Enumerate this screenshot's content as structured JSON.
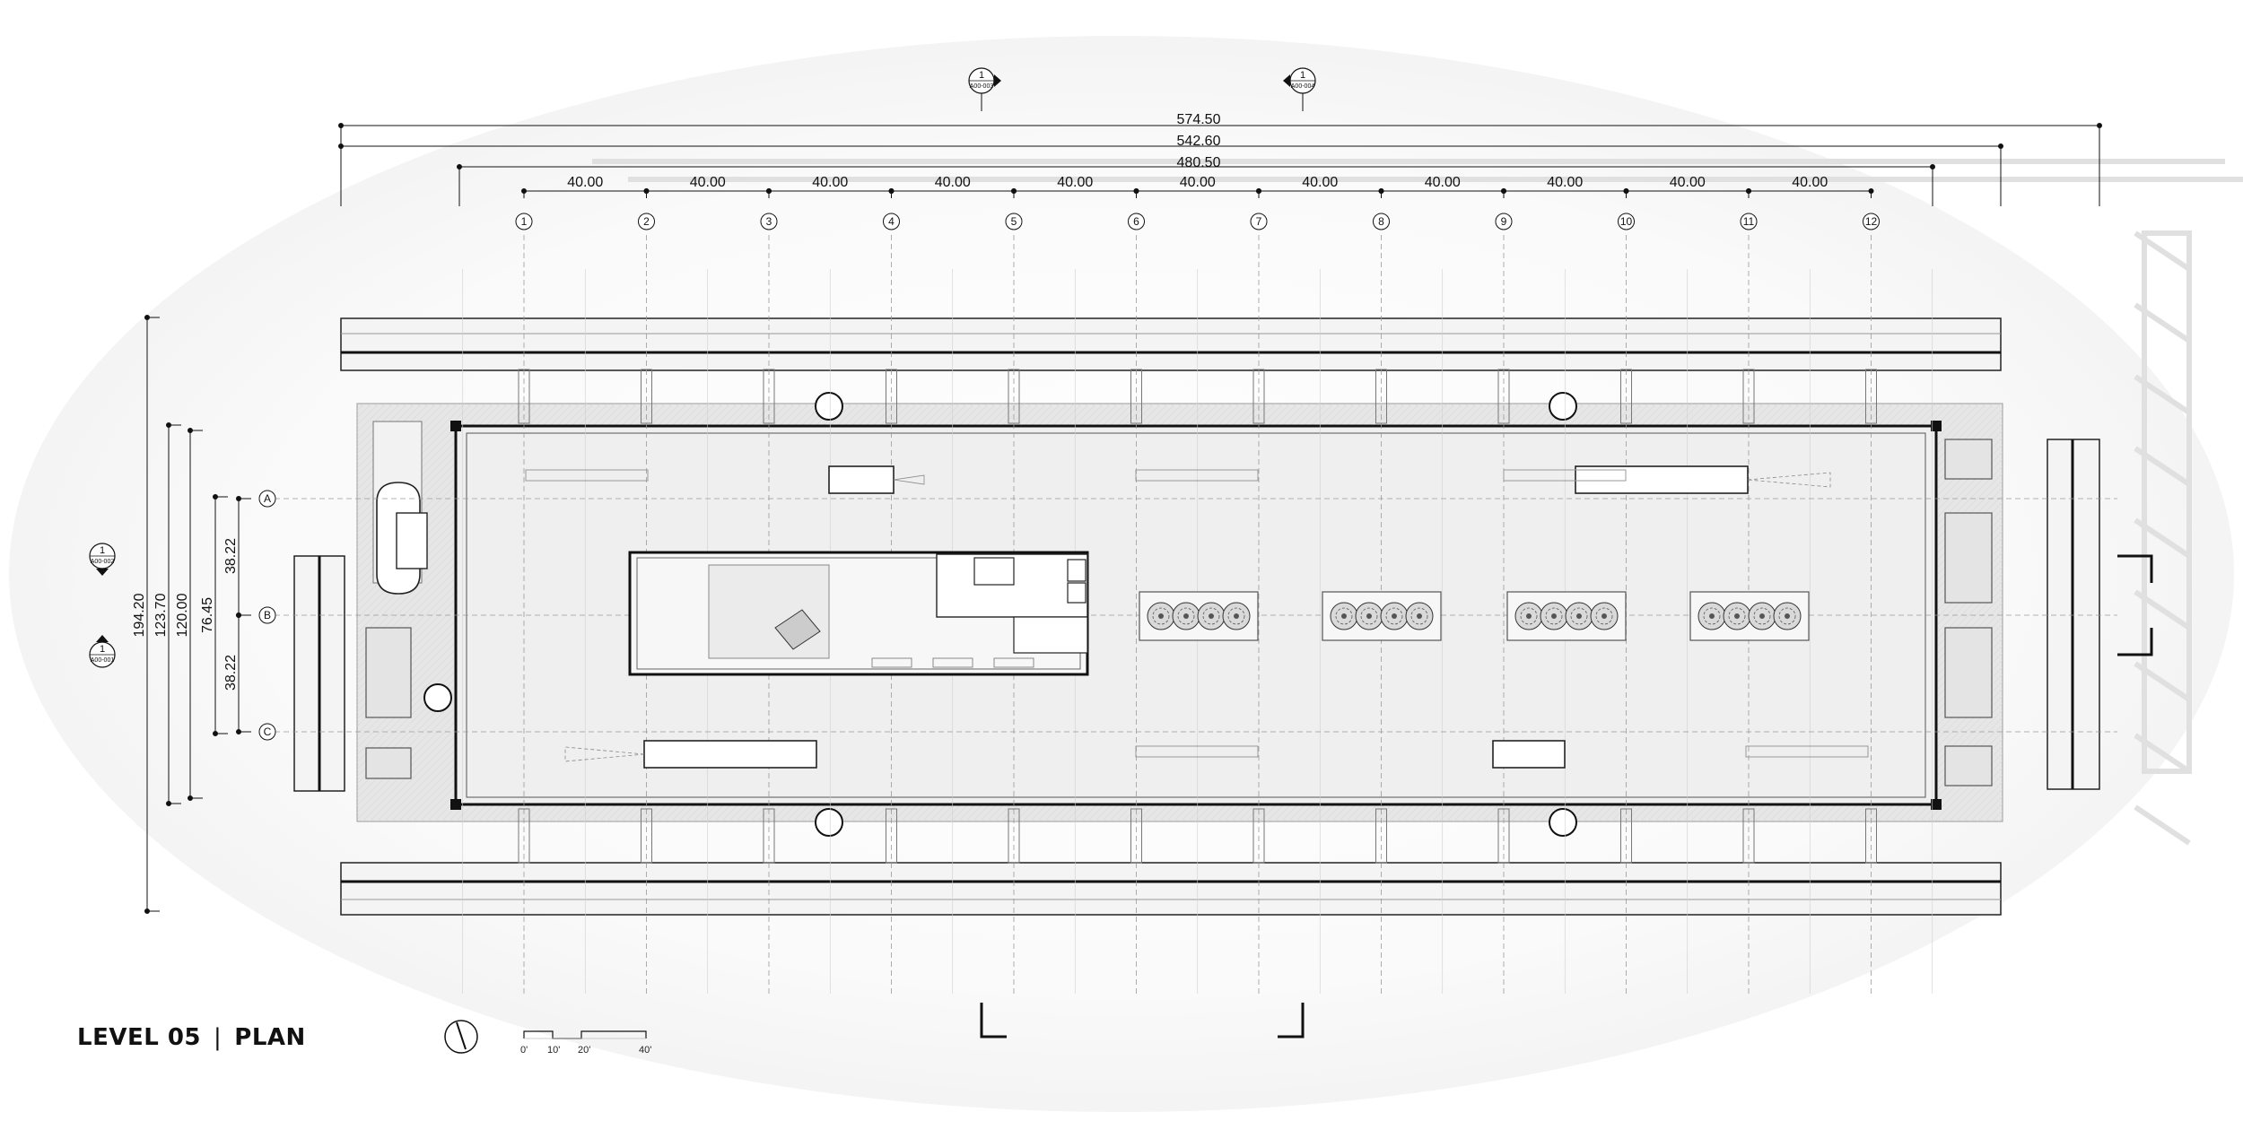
{
  "title": {
    "level": "LEVEL 05",
    "separator": "|",
    "view": "PLAN"
  },
  "top_dimensions": {
    "overall_1": "574.50",
    "overall_2": "542.60",
    "overall_3": "480.50",
    "bay": "40.00"
  },
  "grid_columns": [
    "1",
    "2",
    "3",
    "4",
    "5",
    "6",
    "7",
    "8",
    "9",
    "10",
    "11",
    "12"
  ],
  "grid_rows": [
    "A",
    "B",
    "C"
  ],
  "left_dimensions": {
    "overall_1": "194.20",
    "overall_2": "123.70",
    "overall_3": "120.00",
    "mid": "76.45",
    "half_top": "38.22",
    "half_bottom": "38.22"
  },
  "section_refs": [
    {
      "number": "1",
      "sheet": "A00-003"
    },
    {
      "number": "1",
      "sheet": "A00-004"
    },
    {
      "number": "1",
      "sheet": "A00-002"
    },
    {
      "number": "1",
      "sheet": "A00-001"
    }
  ],
  "scale_bar": {
    "labels": [
      "0'",
      "10'",
      "20'",
      "40'"
    ]
  },
  "colors": {
    "line": "#111111",
    "light_line": "#bdbdbd",
    "floor": "#ececec",
    "shadow": "#e2e2e2"
  },
  "icons": [
    "north-arrow-icon",
    "section-marker-icon",
    "tree-icon"
  ]
}
